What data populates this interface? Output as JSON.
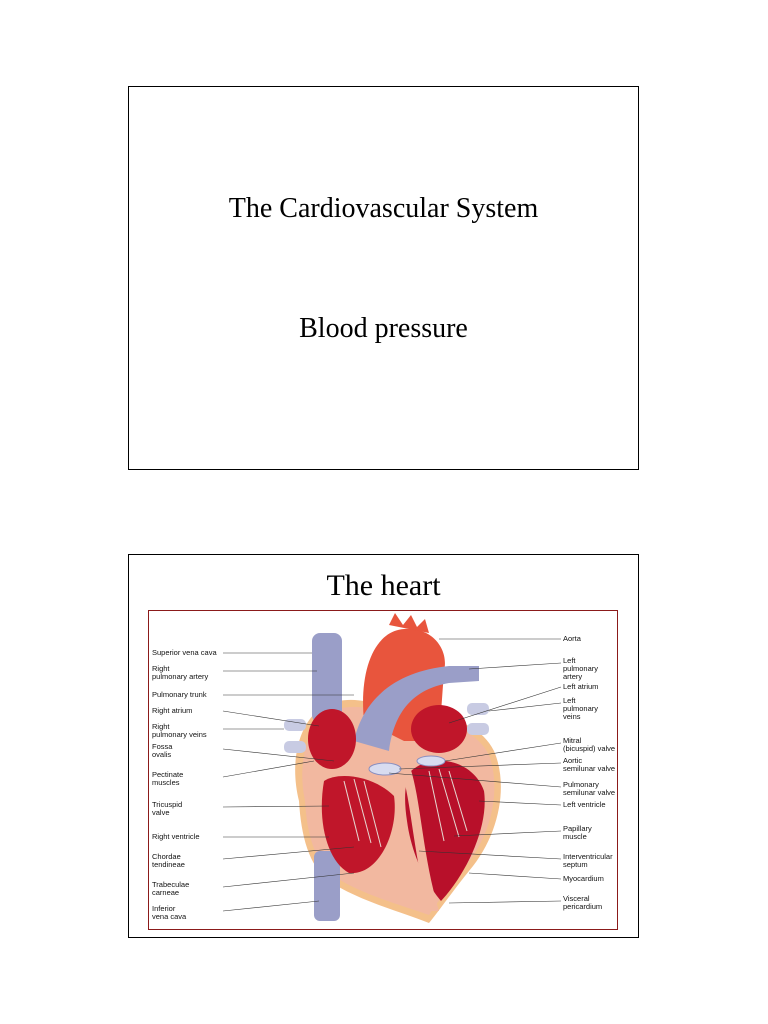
{
  "slide1": {
    "title": "The Cardiovascular System",
    "subtitle": "Blood pressure"
  },
  "slide2": {
    "title": "The heart",
    "left_labels": [
      "Superior vena cava",
      "Right\npulmonary artery",
      "Pulmonary trunk",
      "Right atrium",
      "Right\npulmonary veins",
      "Fossa\novalis",
      "Pectinate\nmuscles",
      "Tricuspid\nvalve",
      "Right ventricle",
      "Chordae\ntendineae",
      "Trabeculae\ncarneae",
      "Inferior\nvena cava"
    ],
    "right_labels": [
      "Aorta",
      "Left\npulmonary artery",
      "Left atrium",
      "Left\npulmonary veins",
      "Mitral\n(bicuspid) valve",
      "Aortic\nsemilunar valve",
      "Pulmonary\nsemilunar valve",
      "Left ventricle",
      "Papillary\nmuscle",
      "Interventricular\nseptum",
      "Myocardium",
      "Visceral\npericardium"
    ],
    "colors": {
      "myocardium": "#f2b8a0",
      "chamber": "#c0162a",
      "vessel": "#9a9ec8",
      "aorta": "#e8553d",
      "border": "#8b1a1a"
    }
  }
}
